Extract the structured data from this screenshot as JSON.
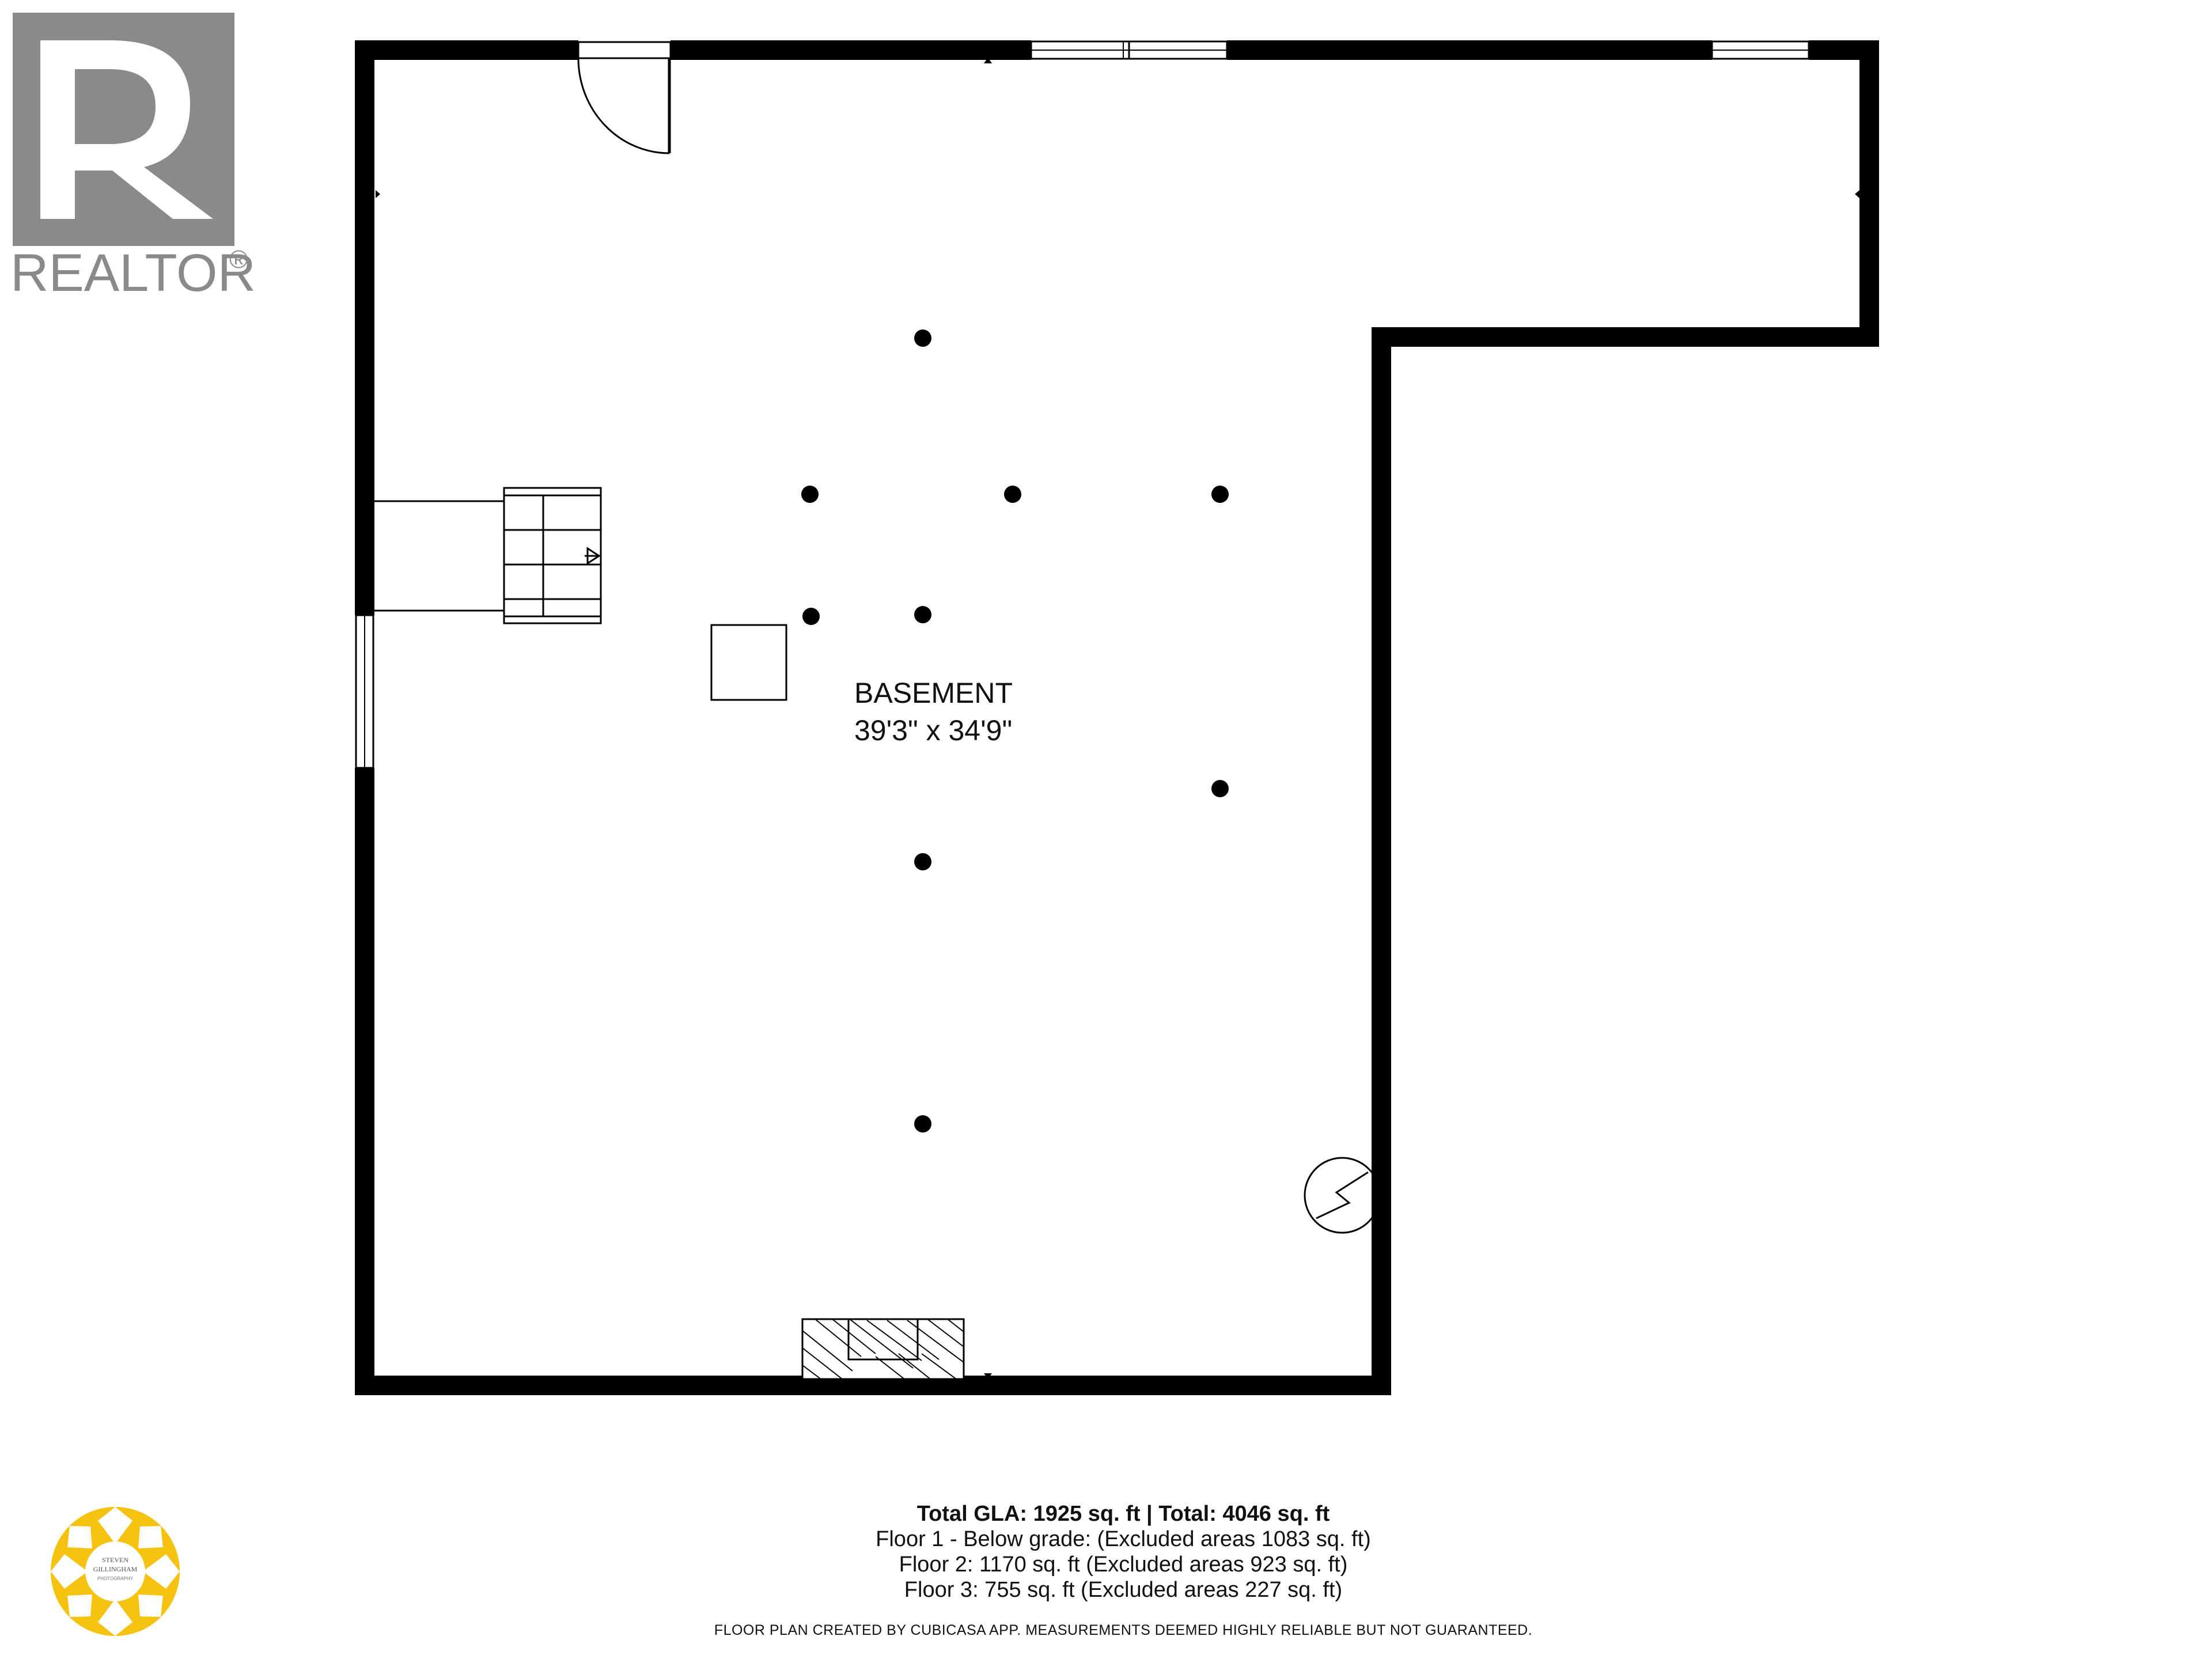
{
  "logo": {
    "text": "REALTOR",
    "mark": "®",
    "icon": "realtor-r-logo-icon"
  },
  "photographer_logo": {
    "text_line1": "STEVEN",
    "text_line2": "GILLINGHAM",
    "text_line3": "PHOTOGRAPHY",
    "icon": "camera-aperture-icon"
  },
  "room": {
    "name": "BASEMENT",
    "dimensions": "39'3\" x 34'9\""
  },
  "summary": {
    "total": "Total GLA: 1925 sq. ft | Total: 4046 sq. ft",
    "floor1": "Floor 1 - Below grade: (Excluded areas 1083 sq. ft)",
    "floor2": "Floor 2: 1170 sq. ft (Excluded areas 923 sq. ft)",
    "floor3": "Floor 3: 755 sq. ft (Excluded areas 227 sq. ft)"
  },
  "disclaimer": "FLOOR PLAN CREATED BY CUBICASA APP. MEASUREMENTS DEEMED HIGHLY RELIABLE BUT NOT GUARANTEED.",
  "colors": {
    "wall": "#000000",
    "logo_gray": "#8a8a8a",
    "aperture_yellow": "#f5c30f"
  }
}
